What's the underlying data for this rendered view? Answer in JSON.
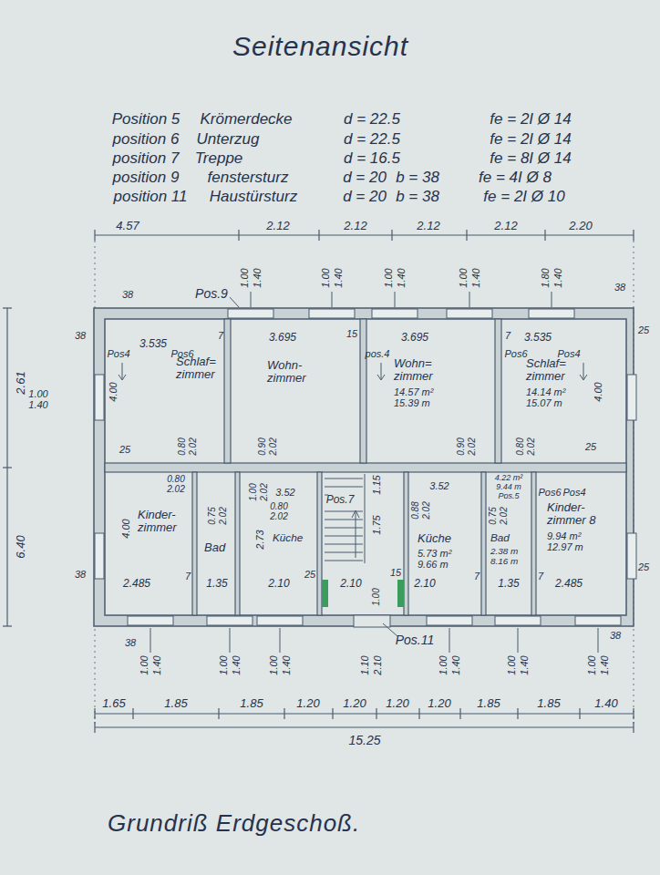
{
  "diagram": {
    "title": "Seitenansicht",
    "caption": "Grundriß Erdgeschoß.",
    "nodes": [
      {
        "text": [
          "Schlaf= zimmer"
        ]
      },
      {
        "text": [
          "Wohn- zimmer"
        ]
      },
      {
        "text": [
          "Wohn= zimmer",
          "14.57 m²",
          "15.39 m"
        ]
      },
      {
        "text": [
          "Schlaf= zimmer",
          "14.14 m²",
          "15.07 m"
        ]
      },
      {
        "text": [
          "Kinder- zimmer"
        ]
      },
      {
        "text": [
          "Bad"
        ]
      },
      {
        "text": [
          "Küche"
        ]
      },
      {
        "text": [
          "Küche",
          "5.73 m²",
          "9.66 m"
        ]
      },
      {
        "text": [
          "Bad",
          "2.38 m",
          "8.16 m"
        ]
      },
      {
        "text": [
          "Kinder- zimmer 8",
          "9.94 m²",
          "12.97 m"
        ]
      }
    ],
    "labels": [
      "Position 5",
      "Krömerdecke",
      "d = 22.5",
      "fe = 2I Ø 14",
      "position 6",
      "Unterzug",
      "d = 22.5",
      "fe = 2I Ø 14",
      "position 7",
      "Treppe",
      "d = 16.5",
      "fe = 8I Ø 14",
      "position 9",
      "fenstersturz",
      "d = 20",
      "b = 38",
      "fe = 4I Ø 8",
      "position 11",
      "Haustürsturz",
      "d = 20",
      "b = 38",
      "fe = 2I Ø 10",
      "4.57",
      "2.12",
      "2.12",
      "2.12",
      "2.12",
      "2.20",
      "1.00",
      "1.40",
      "1.00",
      "1.40",
      "1.00",
      "1.40",
      "1.00",
      "1.40",
      "1.80",
      "1.40",
      "2.61",
      "1.00",
      "1.40",
      "6.40",
      "38",
      "38",
      "38",
      "38",
      "25",
      "25",
      "Pos.9",
      "3.535",
      "7",
      "3.695",
      "15",
      "3.695",
      "7",
      "3.535",
      "Pos4",
      "Pos6",
      "pos.4",
      "Pos6",
      "Pos4",
      "4.00",
      "4.00",
      "25",
      "25",
      "0.80",
      "2.02",
      "0.90",
      "2.02",
      "0.90",
      "2.02",
      "0.80",
      "2.02",
      "0.80",
      "2.02",
      "4.00",
      "0.75",
      "2.02",
      "1.00",
      "2.02",
      "3.52",
      "0.80",
      "2.02",
      "2.73",
      "Pos.7",
      "1.15",
      "1.75",
      "3.52",
      "0.88",
      "2.02",
      "4.22 m²",
      "9.44 m",
      "Pos.5",
      "0.75",
      "2.02",
      "Pos6",
      "Pos4",
      "2.485",
      "7",
      "1.35",
      "2.10",
      "25",
      "2.10",
      "15",
      "2.10",
      "7",
      "1.35",
      "7",
      "2.485",
      "1.00",
      "Pos.11",
      "38",
      "1.00",
      "1.40",
      "1.00",
      "1.40",
      "1.00",
      "1.40",
      "1.10",
      "2.10",
      "1.00",
      "1.40",
      "1.00",
      "1.40",
      "1.00",
      "1.40",
      "38",
      "1.65",
      "1.85",
      "1.85",
      "1.20",
      "1.20",
      "1.20",
      "1.20",
      "1.85",
      "1.85",
      "1.40",
      "15.25"
    ]
  }
}
